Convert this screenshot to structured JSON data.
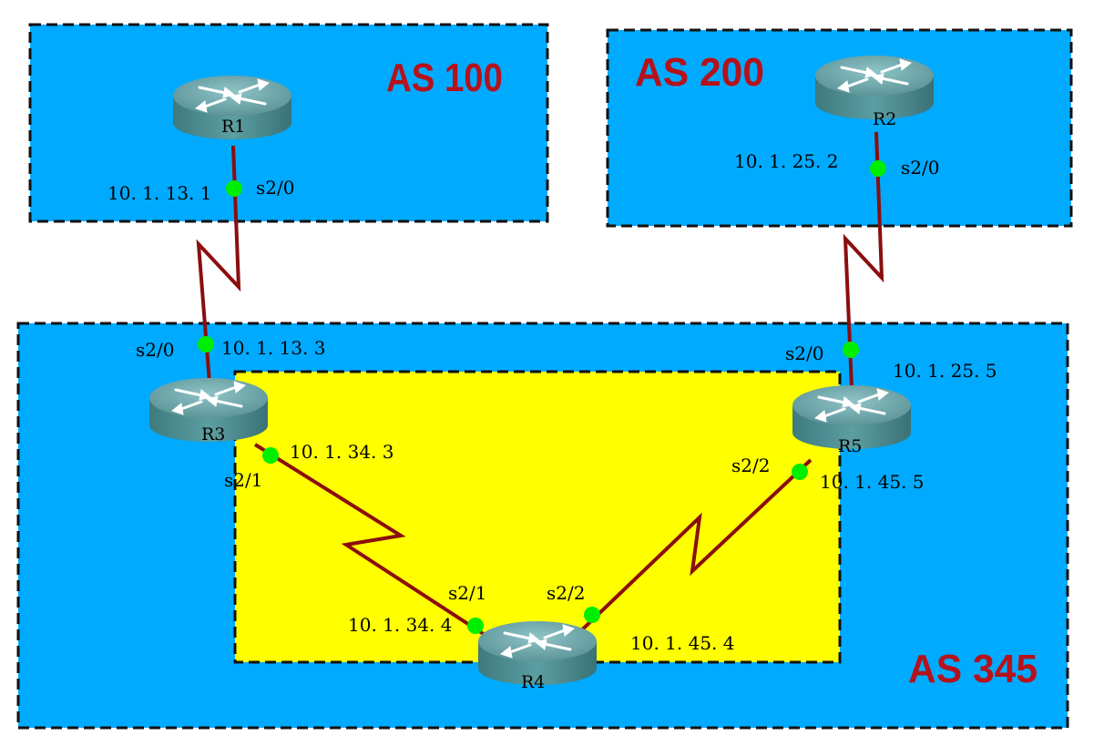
{
  "colors": {
    "as_zone": "#00aaff",
    "inner_zone": "#ffff00",
    "link": "#8b0e0e",
    "interface_dot": "#00ee00",
    "as_title": "#b5121b",
    "router_body": "#4f8f93"
  },
  "areas": {
    "as100": {
      "title": "AS 100"
    },
    "as200": {
      "title": "AS 200"
    },
    "as345": {
      "title": "AS 345"
    }
  },
  "routers": {
    "r1": {
      "name": "R1",
      "icon": "router-icon"
    },
    "r2": {
      "name": "R2",
      "icon": "router-icon"
    },
    "r3": {
      "name": "R3",
      "icon": "router-icon"
    },
    "r4": {
      "name": "R4",
      "icon": "router-icon"
    },
    "r5": {
      "name": "R5",
      "icon": "router-icon"
    }
  },
  "links": {
    "r1_r3": {
      "r1": {
        "interface": "s2/0",
        "ip": "10. 1. 13. 1"
      },
      "r3": {
        "interface": "s2/0",
        "ip": "10. 1. 13. 3"
      }
    },
    "r2_r5": {
      "r2": {
        "interface": "s2/0",
        "ip": "10. 1. 25. 2"
      },
      "r5": {
        "interface": "s2/0",
        "ip": "10. 1. 25. 5"
      }
    },
    "r3_r4": {
      "r3": {
        "interface": "s2/1",
        "ip": "10. 1. 34. 3"
      },
      "r4": {
        "interface": "s2/1",
        "ip": "10. 1. 34. 4"
      }
    },
    "r4_r5": {
      "r4": {
        "interface": "s2/2",
        "ip": "10. 1. 45. 4"
      },
      "r5": {
        "interface": "s2/2",
        "ip": "10. 1. 45. 5"
      }
    }
  }
}
